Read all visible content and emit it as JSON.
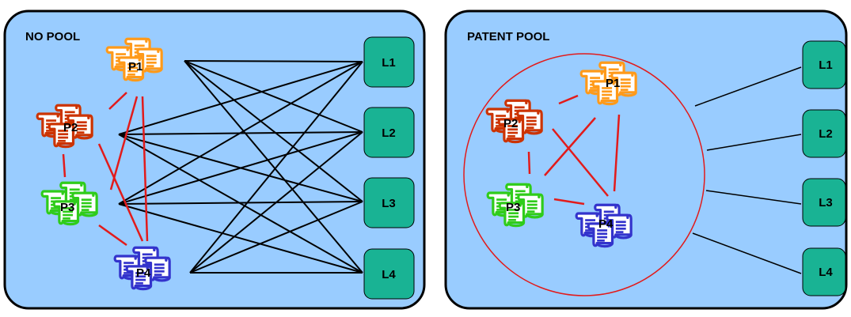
{
  "panels": {
    "left": {
      "title": "NO POOL"
    },
    "right": {
      "title": "PATENT POOL"
    }
  },
  "patents": {
    "p1": "P1",
    "p2": "P2",
    "p3": "P3",
    "p4": "P4"
  },
  "licensees": {
    "l1": "L1",
    "l2": "L2",
    "l3": "L3",
    "l4": "L4"
  },
  "colors": {
    "panel_fill": "#99ccff",
    "licensee_fill": "#19b394",
    "p1": "#ff9a1a",
    "p2": "#cc3300",
    "p3": "#2fcc1a",
    "p4": "#3333cc",
    "pool_link": "#e21b1b",
    "license_link": "#000000"
  }
}
